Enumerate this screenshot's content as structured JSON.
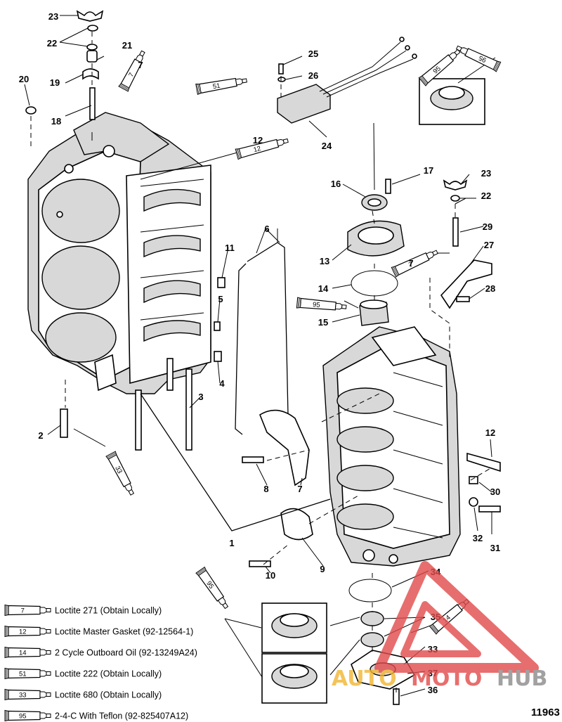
{
  "diagram": {
    "figure_id": "11963",
    "callouts": [
      "1",
      "2",
      "3",
      "4",
      "5",
      "6",
      "7",
      "8",
      "9",
      "10",
      "11",
      "12",
      "13",
      "14",
      "15",
      "16",
      "17",
      "18",
      "19",
      "20",
      "21",
      "22",
      "23",
      "24",
      "25",
      "26",
      "27",
      "28",
      "29",
      "30",
      "31",
      "32",
      "33",
      "34",
      "35",
      "36",
      "37"
    ],
    "sealant_tubes": [
      "7",
      "95",
      "51",
      "12",
      "95",
      "7",
      "95",
      "33",
      "95",
      "14"
    ],
    "legend": [
      {
        "code": "7",
        "text": "Loctite 271 (Obtain Locally)"
      },
      {
        "code": "12",
        "text": "Loctite Master Gasket (92-12564-1)"
      },
      {
        "code": "14",
        "text": "2 Cycle Outboard Oil (92-13249A24)"
      },
      {
        "code": "51",
        "text": "Loctite 222  (Obtain Locally)"
      },
      {
        "code": "33",
        "text": "Loctite 680 (Obtain Locally)"
      },
      {
        "code": "95",
        "text": "2-4-C  With Teflon (92-825407A12)"
      }
    ]
  },
  "watermark": {
    "brand_part1": "AUTO",
    "brand_part2": "MOTO",
    "brand_part3": "HUB",
    "colors": {
      "red": "#e24b4b",
      "yellow": "#f2b632",
      "gray": "#8a8a8a"
    }
  }
}
